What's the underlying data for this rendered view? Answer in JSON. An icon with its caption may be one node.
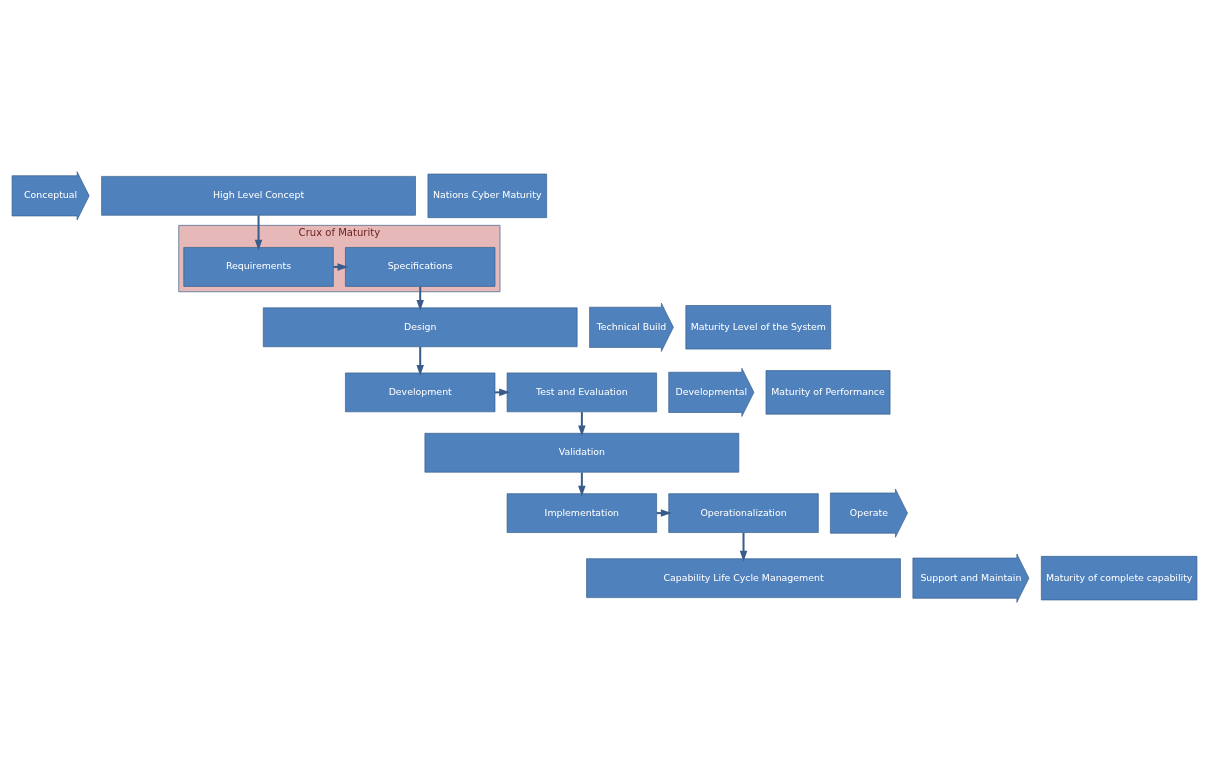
{
  "diagram": {
    "nodes": [
      {
        "text": [
          "High Level Concept"
        ]
      },
      {
        "text": [
          "Crux of Maturity"
        ]
      },
      {
        "text": [
          "Requirements"
        ],
        "in": 1
      },
      {
        "text": [
          "Specifications"
        ],
        "in": 1
      },
      {
        "text": [
          "Design"
        ]
      },
      {
        "text": [
          "Development"
        ]
      },
      {
        "text": [
          "Test and Evaluation"
        ]
      },
      {
        "text": [
          "Validation"
        ]
      },
      {
        "text": [
          "Implementation"
        ]
      },
      {
        "text": [
          "Operationalization"
        ]
      },
      {
        "text": [
          "Capability Life Cycle Management"
        ]
      },
      {
        "text": [
          "Conceptual"
        ]
      },
      {
        "text": [
          "Technical Build"
        ]
      },
      {
        "text": [
          "Developmental"
        ]
      },
      {
        "text": [
          "Operate"
        ]
      },
      {
        "text": [
          "Support and Maintain"
        ]
      },
      {
        "text": [
          "Nations Cyber Maturity"
        ]
      },
      {
        "text": [
          "Maturity Level of the System"
        ]
      },
      {
        "text": [
          "Maturity of Performance"
        ]
      },
      {
        "text": [
          "Maturity of complete capability"
        ]
      }
    ],
    "edges": [
      {
        "from": 0,
        "to": 2,
        "arrow": "to"
      },
      {
        "from": 2,
        "to": 3,
        "arrow": "to"
      },
      {
        "from": 3,
        "to": 4,
        "arrow": "to"
      },
      {
        "from": 4,
        "to": 5,
        "arrow": "to"
      },
      {
        "from": 5,
        "to": 6,
        "arrow": "to"
      },
      {
        "from": 6,
        "to": 7,
        "arrow": "to"
      },
      {
        "from": 7,
        "to": 8,
        "arrow": "to"
      },
      {
        "from": 8,
        "to": 9,
        "arrow": "to"
      },
      {
        "from": 9,
        "to": 10,
        "arrow": "to"
      }
    ]
  }
}
